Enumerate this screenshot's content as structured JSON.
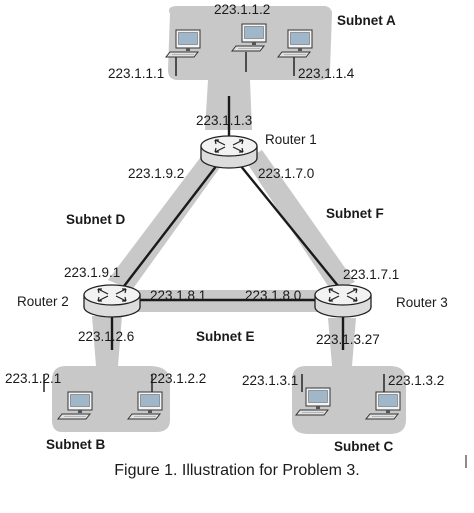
{
  "routers": [
    {
      "id": "r1",
      "name": "Router 1"
    },
    {
      "id": "r2",
      "name": "Router 2"
    },
    {
      "id": "r3",
      "name": "Router 3"
    }
  ],
  "subnets": {
    "a": "Subnet A",
    "b": "Subnet B",
    "c": "Subnet C",
    "d": "Subnet D",
    "e": "Subnet E",
    "f": "Subnet F"
  },
  "addresses": {
    "host_a1": "223.1.1.1",
    "host_a2": "223.1.1.2",
    "host_a4": "223.1.1.4",
    "r1_a": "223.1.1.3",
    "r1_d": "223.1.9.2",
    "r1_f": "223.1.7.0",
    "r2_d": "223.1.9.1",
    "r2_e": "223.1.8.1",
    "r2_b": "223.1.2.6",
    "r3_e": "223.1.8.0",
    "r3_f": "223.1.7.1",
    "r3_c": "223.1.3.27",
    "host_b1": "223.1.2.1",
    "host_b2": "223.1.2.2",
    "host_c1": "223.1.3.1",
    "host_c2": "223.1.3.2"
  },
  "caption": "Figure 1. Illustration for Problem 3.",
  "colors": {
    "subnet_fill": "#c8c8c8",
    "link": "#1a1a1a",
    "router_fill": "#eeeeee"
  },
  "icons": [
    "desktop-computer-icon",
    "router-icon"
  ]
}
